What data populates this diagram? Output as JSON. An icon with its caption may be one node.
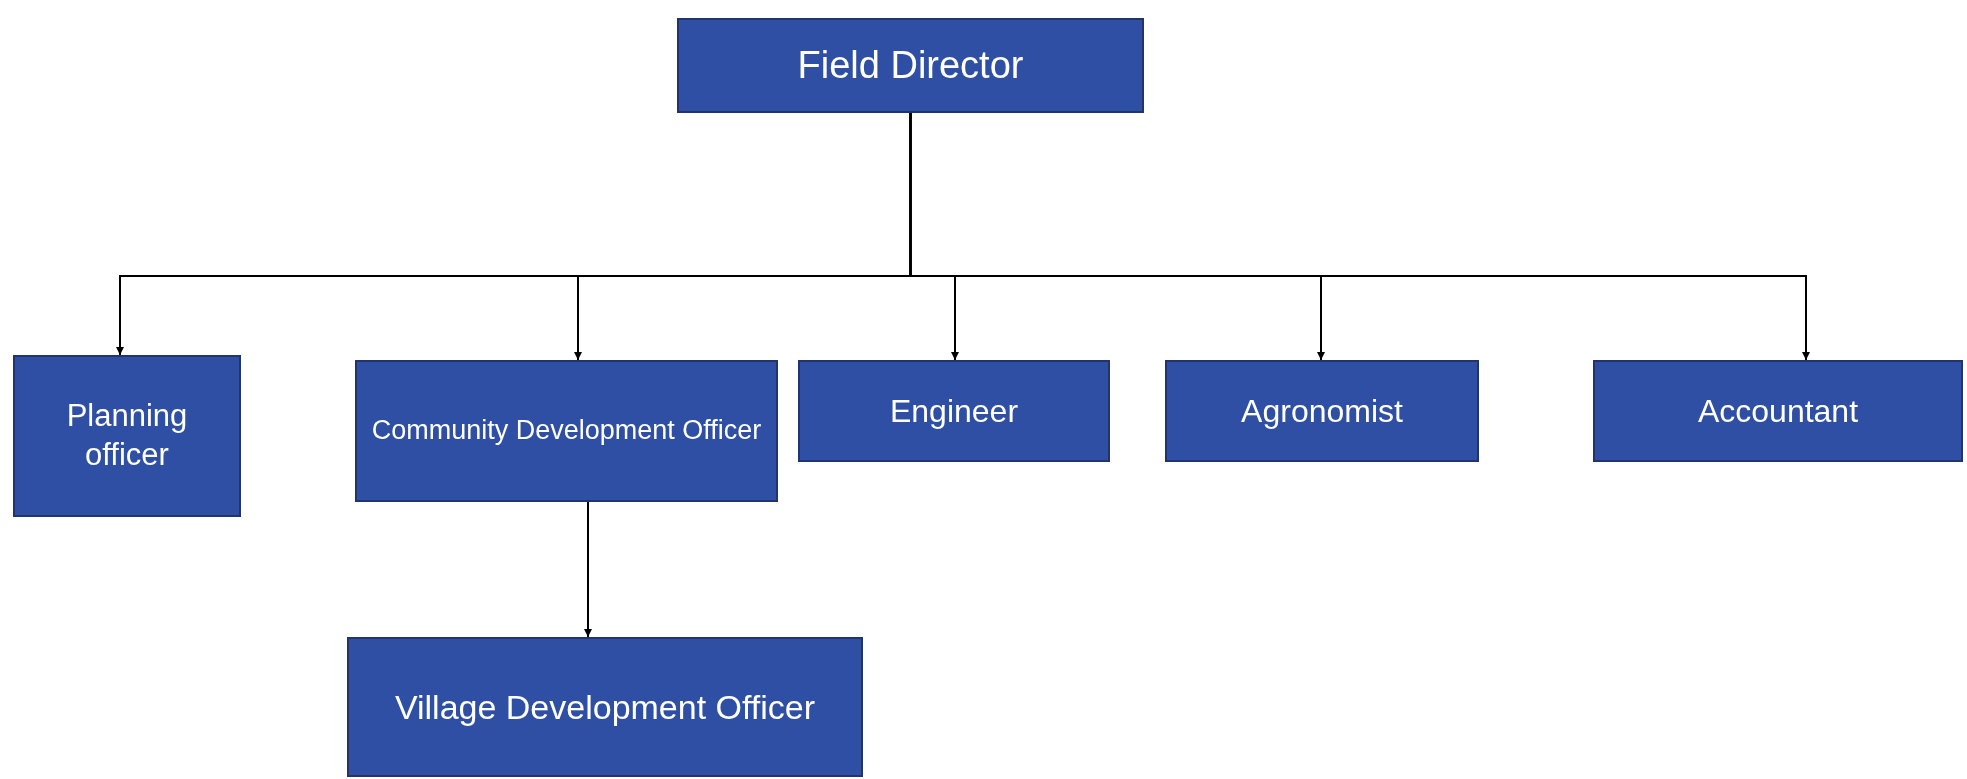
{
  "diagram": {
    "nodes": [
      {
        "text": [
          "Field Director"
        ]
      },
      {
        "text": [
          "Planning officer"
        ]
      },
      {
        "text": [
          "Community Development Officer"
        ]
      },
      {
        "text": [
          "Engineer"
        ]
      },
      {
        "text": [
          "Agronomist"
        ]
      },
      {
        "text": [
          "Accountant"
        ]
      },
      {
        "text": [
          "Village Development Officer"
        ]
      }
    ],
    "edges": [
      {
        "from": 0,
        "to": 1,
        "arrow": "to"
      },
      {
        "from": 0,
        "to": 2,
        "arrow": "to"
      },
      {
        "from": 0,
        "to": 3,
        "arrow": "to"
      },
      {
        "from": 0,
        "to": 4,
        "arrow": "to"
      },
      {
        "from": 0,
        "to": 5,
        "arrow": "to"
      },
      {
        "from": 2,
        "to": 6,
        "arrow": "to"
      }
    ]
  }
}
